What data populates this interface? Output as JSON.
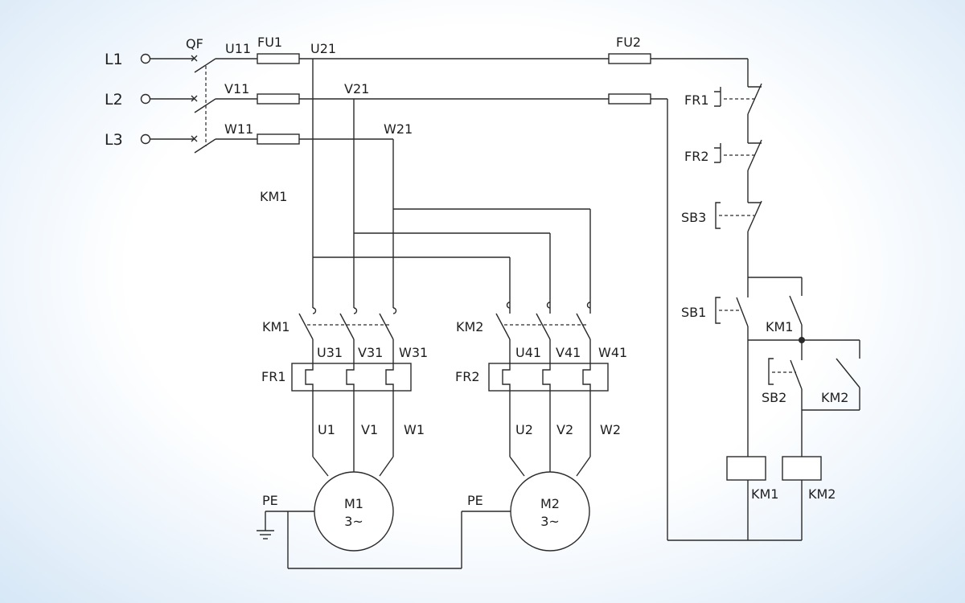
{
  "lines": [
    "L1",
    "L2",
    "L3"
  ],
  "breaker": "QF",
  "fuses": {
    "main": "FU1",
    "control": "FU2"
  },
  "nodes": {
    "u11": "U11",
    "v11": "V11",
    "w11": "W11",
    "u21": "U21",
    "v21": "V21",
    "w21": "W21",
    "u31": "U31",
    "v31": "V31",
    "w31": "W31",
    "u41": "U41",
    "v41": "V41",
    "w41": "W41",
    "u1": "U1",
    "v1": "V1",
    "w1": "W1",
    "u2": "U2",
    "v2": "V2",
    "w2": "W2"
  },
  "contactors": {
    "km1": "KM1",
    "km2": "KM2"
  },
  "overloads": {
    "fr1": "FR1",
    "fr2": "FR2"
  },
  "buttons": {
    "sb1": "SB1",
    "sb2": "SB2",
    "sb3": "SB3"
  },
  "motors": [
    {
      "name": "M1",
      "type": "3~"
    },
    {
      "name": "M2",
      "type": "3~"
    }
  ],
  "earth": "PE"
}
